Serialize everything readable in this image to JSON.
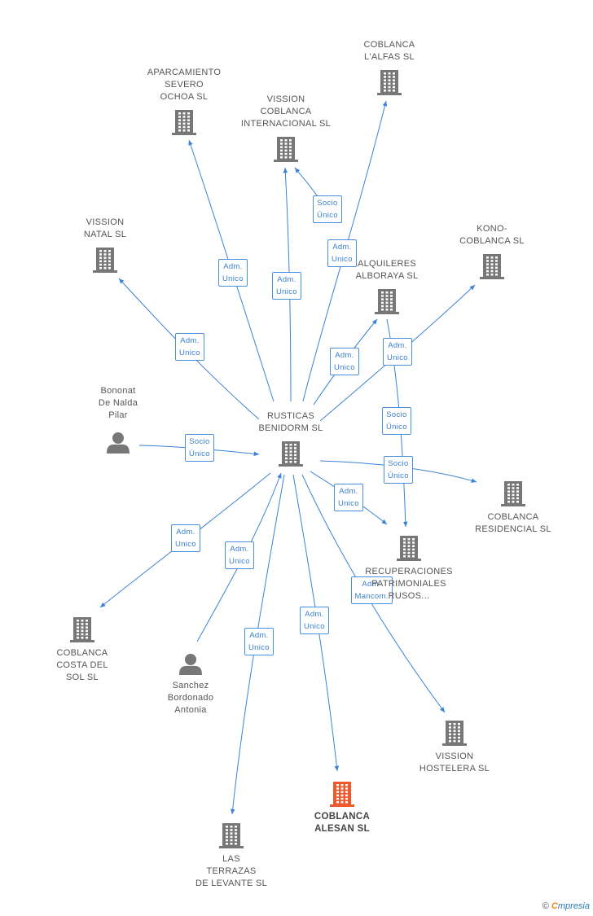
{
  "colors": {
    "edge": "#3b82d6",
    "building": "#777777",
    "focus": "#f0592b",
    "person": "#777777"
  },
  "nodes": [
    {
      "id": "center",
      "type": "building",
      "label": "RUSTICAS\nBENIDORM SL"
    },
    {
      "id": "focus",
      "type": "building-focus",
      "label": "COBLANCA\nALESAN SL"
    },
    {
      "id": "alfas",
      "type": "building",
      "label": "COBLANCA\nL'ALFAS SL"
    },
    {
      "id": "aparc",
      "type": "building",
      "label": "APARCAMIENTO\nSEVERO\nOCHOA SL"
    },
    {
      "id": "vcint",
      "type": "building",
      "label": "VISSION\nCOBLANCA\nINTERNACIONAL SL"
    },
    {
      "id": "natal",
      "type": "building",
      "label": "VISSION\nNATAL SL"
    },
    {
      "id": "kono",
      "type": "building",
      "label": "KONO-\nCOBLANCA SL"
    },
    {
      "id": "alq",
      "type": "building",
      "label": "ALQUILERES\nALBORAYA SL"
    },
    {
      "id": "bononat",
      "type": "person",
      "label": "Bononat\nDe Nalda\nPilar"
    },
    {
      "id": "resid",
      "type": "building",
      "label": "COBLANCA\nRESIDENCIAL SL"
    },
    {
      "id": "recup",
      "type": "building",
      "label": "RECUPERACIONES\nPATRIMONIALES\nRUSOS..."
    },
    {
      "id": "costa",
      "type": "building",
      "label": "COBLANCA\nCOSTA DEL\nSOL SL"
    },
    {
      "id": "sanchez",
      "type": "person",
      "label": "Sanchez\nBordonado\nAntonia"
    },
    {
      "id": "host",
      "type": "building",
      "label": "VISSION\nHOSTELERA SL"
    },
    {
      "id": "terr",
      "type": "building",
      "label": "LAS\nTERRAZAS\nDE LEVANTE SL"
    }
  ],
  "edges": [
    {
      "from": "center",
      "to": "alfas",
      "label": "Adm.\nUnico"
    },
    {
      "from": "center",
      "to": "aparc",
      "label": "Adm.\nUnico"
    },
    {
      "from": "center",
      "to": "vcint",
      "label": "Adm.\nUnico"
    },
    {
      "from": "alfas",
      "to": "vcint",
      "label": "Socio\nÚnico"
    },
    {
      "from": "center",
      "to": "natal",
      "label": "Adm.\nUnico"
    },
    {
      "from": "center",
      "to": "alq",
      "label": "Adm.\nUnico"
    },
    {
      "from": "center",
      "to": "kono",
      "label": "Adm.\nUnico"
    },
    {
      "from": "bononat",
      "to": "center",
      "label": "Socio\nÚnico"
    },
    {
      "from": "alq",
      "to": "recup",
      "label": "Socio\nÚnico"
    },
    {
      "from": "center",
      "to": "resid",
      "label": "Socio\nÚnico"
    },
    {
      "from": "center",
      "to": "recup",
      "label": "Adm.\nUnico"
    },
    {
      "from": "center",
      "to": "costa",
      "label": "Adm.\nUnico"
    },
    {
      "from": "sanchez",
      "to": "center",
      "label": "Adm.\nUnico"
    },
    {
      "from": "center",
      "to": "host",
      "label": "Adm.\nMancom."
    },
    {
      "from": "center",
      "to": "focus",
      "label": "Adm.\nUnico"
    },
    {
      "from": "center",
      "to": "terr",
      "label": "Adm.\nUnico"
    }
  ],
  "footer": {
    "copyright": "©",
    "brand_e": "C",
    "brand_rest": "mpresia"
  }
}
